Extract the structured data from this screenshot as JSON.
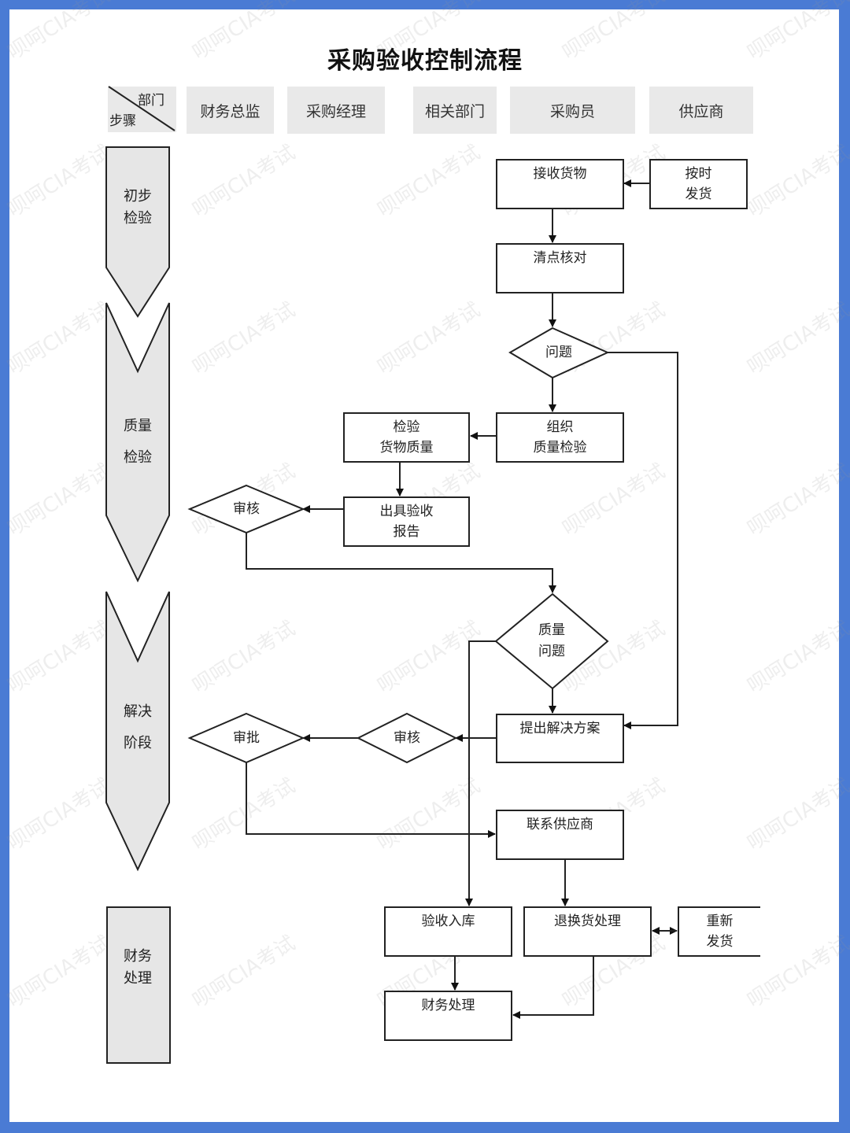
{
  "title": "采购验收控制流程",
  "corner": {
    "top": "部门",
    "bottom": "步骤"
  },
  "departments": [
    "财务总监",
    "采购经理",
    "相关部门",
    "采购员",
    "供应商"
  ],
  "stages": [
    {
      "line1": "初步",
      "line2": "检验"
    },
    {
      "line1": "质量",
      "line2": "检验"
    },
    {
      "line1": "解决",
      "line2": "阶段"
    },
    {
      "line1": "财务",
      "line2": "处理"
    }
  ],
  "nodes": {
    "receive_goods": "接收货物",
    "ship_on_time_1": "按时",
    "ship_on_time_2": "发货",
    "count_check": "清点核对",
    "problem": "问题",
    "org_qc_1": "组织",
    "org_qc_2": "质量检验",
    "inspect_1": "检验",
    "inspect_2": "货物质量",
    "report_1": "出具验收",
    "report_2": "报告",
    "review_1": "审核",
    "quality_issue_1": "质量",
    "quality_issue_2": "问题",
    "propose_solution": "提出解决方案",
    "review_2": "审核",
    "approve": "审批",
    "contact_supplier": "联系供应商",
    "accept_store": "验收入库",
    "return_exchange": "退换货处理",
    "reship_1": "重新",
    "reship_2": "发货",
    "finance_process": "财务处理"
  },
  "watermark": "呗呵CIA考试",
  "colors": {
    "frame": "#4a7bd4",
    "header": "#e9e9e9",
    "stage": "#e6e6e6",
    "line": "#222222"
  }
}
